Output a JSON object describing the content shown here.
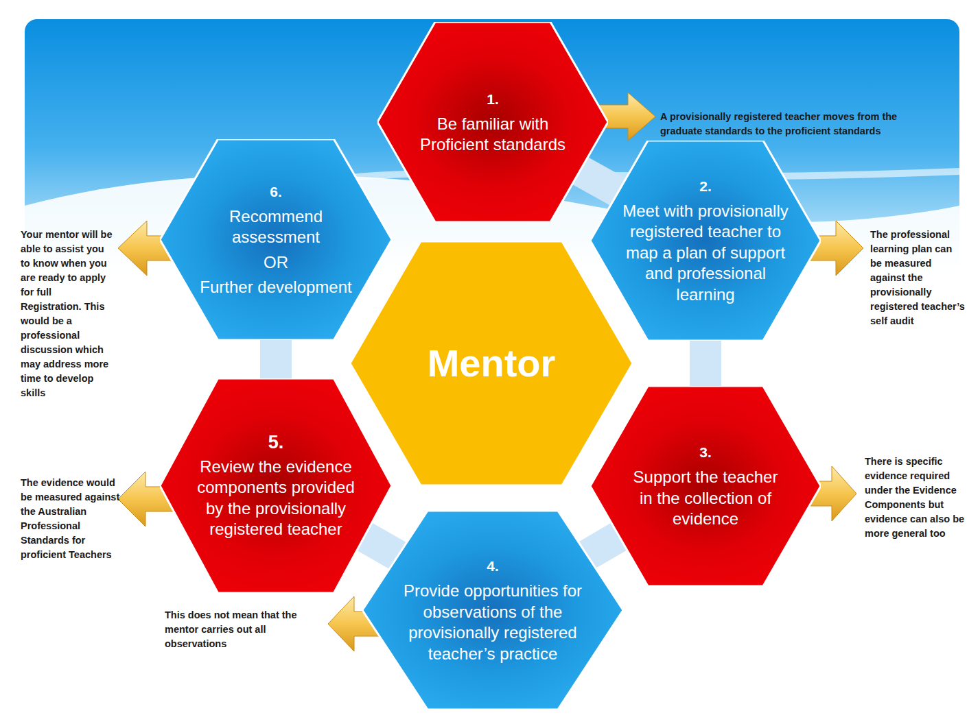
{
  "diagram": {
    "nodes": [
      {
        "text": [
          "1.",
          "Be familiar with Proficient standards"
        ]
      },
      {
        "text": [
          "2.",
          "Meet with provisionally registered teacher to map a plan of support and professional learning"
        ]
      },
      {
        "text": [
          "3.",
          "Support the teacher in the collection of evidence"
        ]
      },
      {
        "text": [
          "4.",
          "Provide opportunities for observations of the provisionally registered teacher’s practice"
        ]
      },
      {
        "text": [
          "5.",
          "Review the evidence components provided by the provisionally registered teacher"
        ]
      },
      {
        "text": [
          "6.",
          "Recommend assessment",
          "OR",
          "Further development"
        ]
      },
      {
        "text": [
          "Mentor"
        ]
      }
    ],
    "edges": [
      {
        "from": 0,
        "to": 1,
        "arrow": "none"
      },
      {
        "from": 1,
        "to": 2,
        "arrow": "none"
      },
      {
        "from": 2,
        "to": 3,
        "arrow": "none"
      },
      {
        "from": 3,
        "to": 4,
        "arrow": "none"
      },
      {
        "from": 4,
        "to": 5,
        "arrow": "none"
      }
    ],
    "labels": [
      "A provisionally registered teacher moves from the graduate standards to the proficient standards",
      "The professional learning plan can be measured against the provisionally registered teacher’s self audit",
      "There is specific evidence required under the Evidence Components but evidence can also be more general too",
      "This does not mean that the mentor carries out all observations",
      "The evidence would be measured against the Australian Professional Standards for proficient Teachers",
      "Your mentor will be able to assist you to know when you are ready to apply for full Registration. This would be a professional discussion which may address more time to develop skills"
    ]
  }
}
